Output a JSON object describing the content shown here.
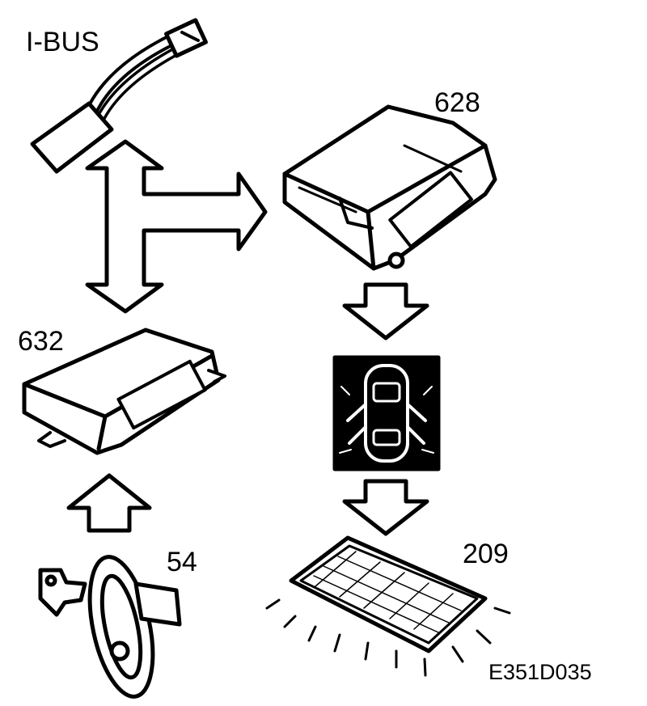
{
  "labels": {
    "ibus": "I-BUS",
    "module_628": "628",
    "module_632": "632",
    "switch_54": "54",
    "lamp_209": "209",
    "figure_code": "E351D035"
  },
  "colors": {
    "line": "#000000",
    "fill": "#ffffff",
    "panel": "#000000"
  },
  "icons": {
    "connector": "ibus-connector-icon",
    "control_module_628": "control-module-628-icon",
    "control_module_632": "control-module-632-icon",
    "door_switch": "door-switch-54-icon",
    "car_doors_open": "car-doors-open-icon",
    "courtesy_lamp": "courtesy-lamp-209-icon"
  }
}
